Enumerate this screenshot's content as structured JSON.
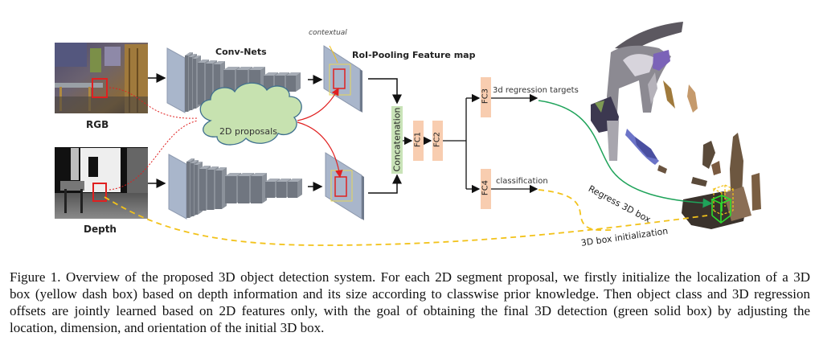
{
  "figure": {
    "inputs": {
      "rgb_label": "RGB",
      "depth_label": "Depth"
    },
    "labels": {
      "conv_nets": "Conv-Nets",
      "contextual": "contextual",
      "roi_pooling": "RoI-Pooling Feature map",
      "proposals": "2D proposals",
      "concatenation": "Concatenation",
      "fc1": "FC1",
      "fc2": "FC2",
      "fc3": "FC3",
      "fc4": "FC4",
      "regression_targets": "3d regression targets",
      "classification": "classification",
      "regress_3d_box": "Regress 3D box",
      "box_init": "3D box initialization"
    },
    "colors": {
      "fc_fill": "#f8cdb0",
      "concat_fill": "#c9e3b8",
      "cloud_fill": "#c7e2b0",
      "cloud_stroke": "#3e6f8e",
      "conv_front": "#a9b6cb",
      "conv_block": "#707680",
      "proposal_red": "#e02020",
      "init_yellow": "#f2c21a",
      "regress_green": "#1fa35a",
      "final_box_green": "#2ddc2d"
    }
  },
  "caption": {
    "lines": [
      "Figure 1. Overview of the proposed 3D object detection system. For each 2D segment proposal, we firstly initialize the localization of a 3D",
      "box (yellow dash box) based on depth information and its size according to classwise prior knowledge. Then object class and 3D regression",
      "offsets are jointly learned based on 2D features only, with the goal of obtaining the final 3D detection (green solid box) by adjusting the",
      "location, dimension, and orientation of the initial 3D box."
    ]
  }
}
